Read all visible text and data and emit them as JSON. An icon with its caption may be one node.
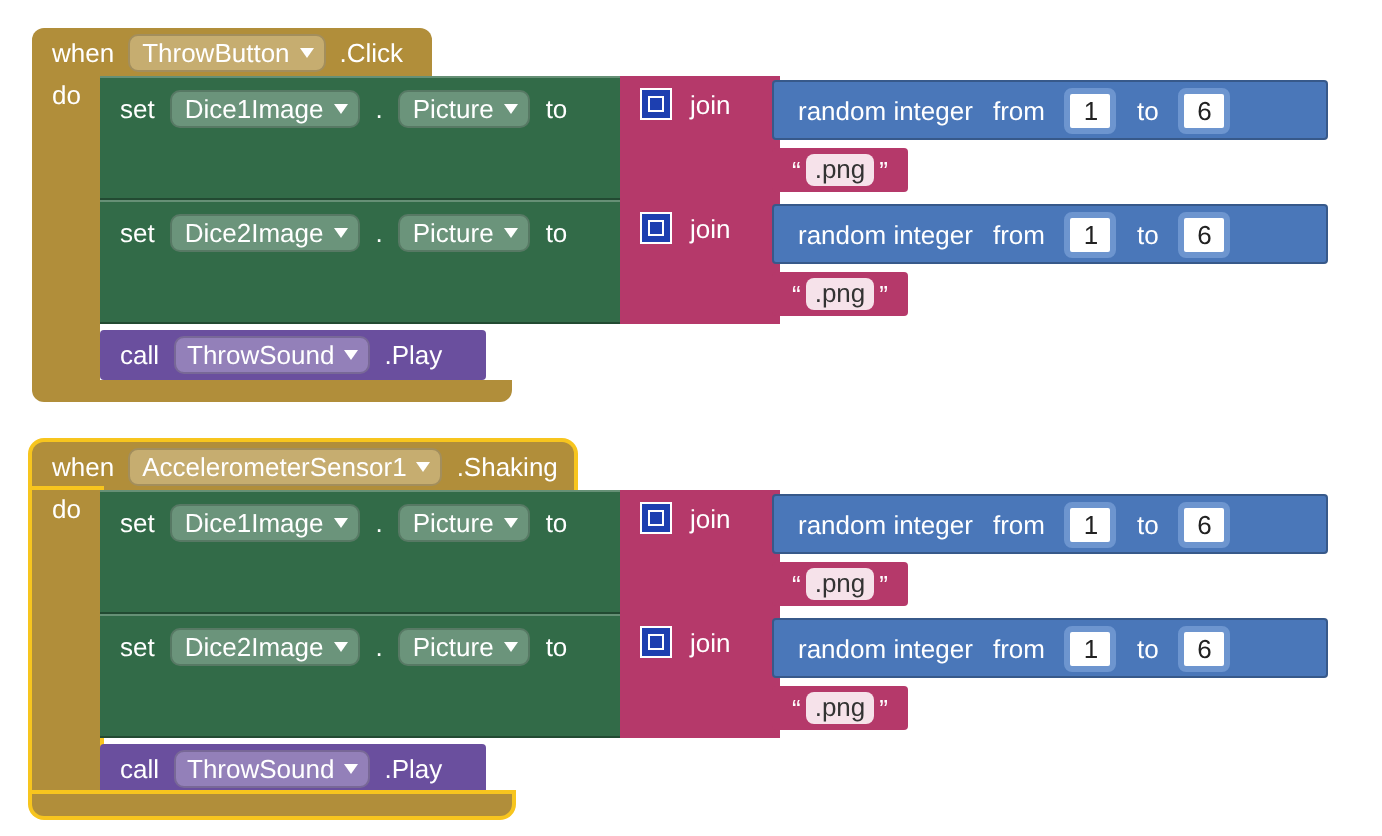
{
  "diagram": {
    "nodes": [
      {
        "text": [
          "when",
          "ThrowButton",
          ".Click",
          "do"
        ]
      },
      {
        "text": [
          "set",
          "Dice1Image",
          ".",
          "Picture",
          "to"
        ]
      },
      {
        "text": [
          "join"
        ]
      },
      {
        "text": [
          "random integer",
          "from",
          "1",
          "to",
          "6"
        ],
        "in": 2
      },
      {
        "text": [
          "“",
          ".png",
          "”"
        ],
        "in": 2
      },
      {
        "text": [
          "set",
          "Dice2Image",
          ".",
          "Picture",
          "to"
        ]
      },
      {
        "text": [
          "join"
        ]
      },
      {
        "text": [
          "random integer",
          "from",
          "1",
          "to",
          "6"
        ],
        "in": 6
      },
      {
        "text": [
          "“",
          ".png",
          "”"
        ],
        "in": 6
      },
      {
        "text": [
          "call",
          "ThrowSound",
          ".Play"
        ],
        "in": 0
      },
      {
        "text": [
          "when",
          "AccelerometerSensor1",
          ".Shaking",
          "do"
        ]
      },
      {
        "text": [
          "set",
          "Dice1Image",
          ".",
          "Picture",
          "to"
        ],
        "in": 10
      },
      {
        "text": [
          "join"
        ]
      },
      {
        "text": [
          "random integer",
          "from",
          "1",
          "to",
          "6"
        ],
        "in": 12
      },
      {
        "text": [
          "“",
          ".png",
          "”"
        ],
        "in": 12
      },
      {
        "text": [
          "set",
          "Dice2Image",
          ".",
          "Picture",
          "to"
        ],
        "in": 10
      },
      {
        "text": [
          "join"
        ]
      },
      {
        "text": [
          "random integer",
          "from",
          "1",
          "to",
          "6"
        ],
        "in": 16
      },
      {
        "text": [
          "“",
          ".png",
          "”"
        ],
        "in": 16
      },
      {
        "text": [
          "call",
          "ThrowSound",
          ".Play"
        ],
        "in": 10
      }
    ]
  }
}
